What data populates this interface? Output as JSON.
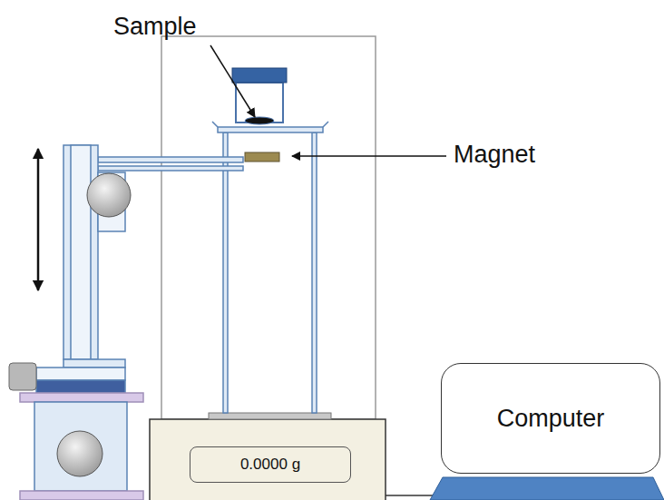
{
  "diagram": {
    "nodes": [
      {
        "text": [
          "0.0000 g"
        ]
      },
      {
        "text": [
          "Computer"
        ]
      }
    ],
    "labels": [
      "Sample",
      "Magnet"
    ]
  }
}
